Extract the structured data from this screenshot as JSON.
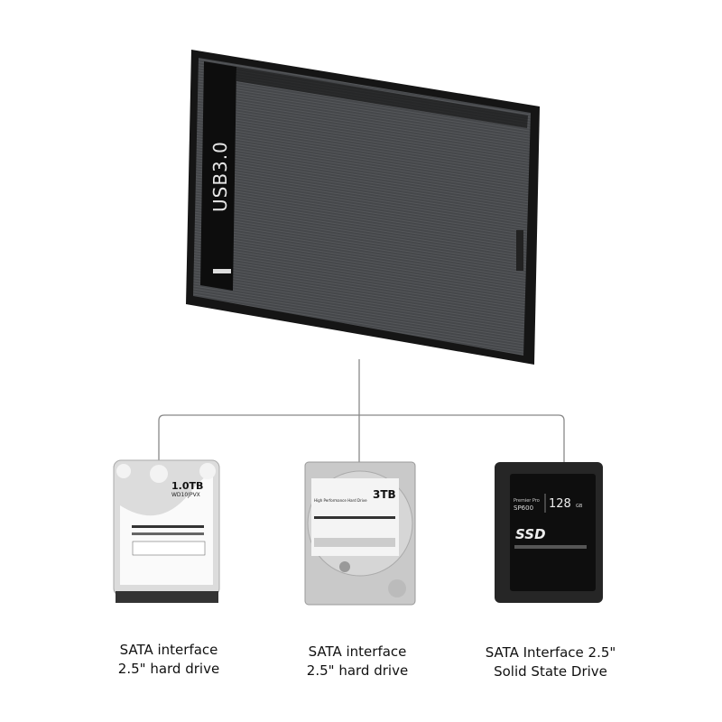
{
  "enclosure": {
    "print": "USB3.0",
    "color": "#3a3b3d"
  },
  "drives": [
    {
      "capacity": "1.0TB",
      "model": "WD10JPVX",
      "caption_line1": "SATA interface",
      "caption_line2": "2.5\" hard drive"
    },
    {
      "capacity": "3TB",
      "model": "High Performance Hard Drive",
      "caption_line1": "SATA interface",
      "caption_line2": "2.5\" hard drive"
    },
    {
      "capacity": "128",
      "capacity_unit": "GB",
      "model": "SP600",
      "brand_line": "Premier Pro",
      "logo": "SSD",
      "caption_line1": "SATA Interface 2.5\"",
      "caption_line2": "Solid State Drive"
    }
  ]
}
